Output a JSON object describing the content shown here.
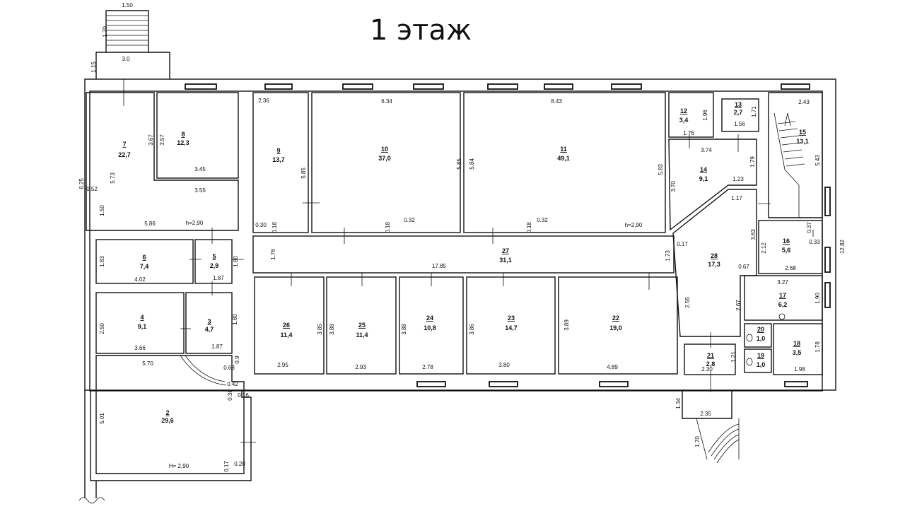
{
  "title": "1 этаж",
  "rooms": [
    {
      "id": "r2",
      "num": "2",
      "area": "29,6"
    },
    {
      "id": "r3",
      "num": "3",
      "area": "4,7"
    },
    {
      "id": "r4",
      "num": "4",
      "area": "9,1"
    },
    {
      "id": "r5",
      "num": "5",
      "area": "2,9"
    },
    {
      "id": "r6",
      "num": "6",
      "area": "7,4"
    },
    {
      "id": "r7",
      "num": "7",
      "area": "22,7"
    },
    {
      "id": "r8",
      "num": "8",
      "area": "12,3"
    },
    {
      "id": "r9",
      "num": "9",
      "area": "13,7"
    },
    {
      "id": "r10",
      "num": "10",
      "area": "37,0"
    },
    {
      "id": "r11",
      "num": "11",
      "area": "49,1"
    },
    {
      "id": "r12",
      "num": "12",
      "area": "3,4"
    },
    {
      "id": "r13",
      "num": "13",
      "area": "2,7"
    },
    {
      "id": "r14",
      "num": "14",
      "area": "9,1"
    },
    {
      "id": "r15",
      "num": "15",
      "area": "13,1"
    },
    {
      "id": "r16",
      "num": "16",
      "area": "5,6"
    },
    {
      "id": "r17",
      "num": "17",
      "area": "6,2"
    },
    {
      "id": "r18",
      "num": "18",
      "area": "3,5"
    },
    {
      "id": "r19",
      "num": "19",
      "area": "1,0"
    },
    {
      "id": "r20",
      "num": "20",
      "area": "1,0"
    },
    {
      "id": "r21",
      "num": "21",
      "area": "2,8"
    },
    {
      "id": "r22",
      "num": "22",
      "area": "19,0"
    },
    {
      "id": "r23",
      "num": "23",
      "area": "14,7"
    },
    {
      "id": "r24",
      "num": "24",
      "area": "10,8"
    },
    {
      "id": "r25",
      "num": "25",
      "area": "11,4"
    },
    {
      "id": "r26",
      "num": "26",
      "area": "11,4"
    },
    {
      "id": "r27",
      "num": "27",
      "area": "31,1"
    },
    {
      "id": "r28",
      "num": "28",
      "area": "17,3"
    }
  ],
  "dimensions": [
    "1.50",
    "1.70",
    "3.0",
    "1.15",
    "6.25",
    "0.52",
    "5.73",
    "1.50",
    "5.86",
    "h=2,90",
    "3.67",
    "3.57",
    "3.45",
    "3.55",
    "2.36",
    "5.85",
    "0.30",
    "0.18",
    "6.34",
    "5.85",
    "0.18",
    "0.32",
    "8.43",
    "5.84",
    "0.18",
    "0.32",
    "h=2,90",
    "5.83",
    "1.96",
    "1.76",
    "1.71",
    "1.56",
    "3.74",
    "1.79",
    "2.43",
    "5.43",
    "3.70",
    "1.23",
    "1.17",
    "0.37",
    "3.63",
    "2.12",
    "0.33",
    "12.82",
    "0.17",
    "0.67",
    "2.68",
    "1.83",
    "4.02",
    "1.80",
    "1.87",
    "1.76",
    "17.85",
    "1.73",
    "3.27",
    "1.90",
    "2.50",
    "3.66",
    "1.80",
    "1.87",
    "3.85",
    "2.95",
    "3.88",
    "2.93",
    "3.88",
    "2.78",
    "3.86",
    "3.80",
    "3.89",
    "4.89",
    "2.55",
    "2.67",
    "1.78",
    "1.98",
    "1.21",
    "2.30",
    "5.70",
    "0.68",
    "0.9",
    "0.42",
    "0.38",
    "0.16",
    "1.34",
    "2.35",
    "1.70",
    "5.01",
    "H= 2,90",
    "0.17",
    "0.28"
  ]
}
